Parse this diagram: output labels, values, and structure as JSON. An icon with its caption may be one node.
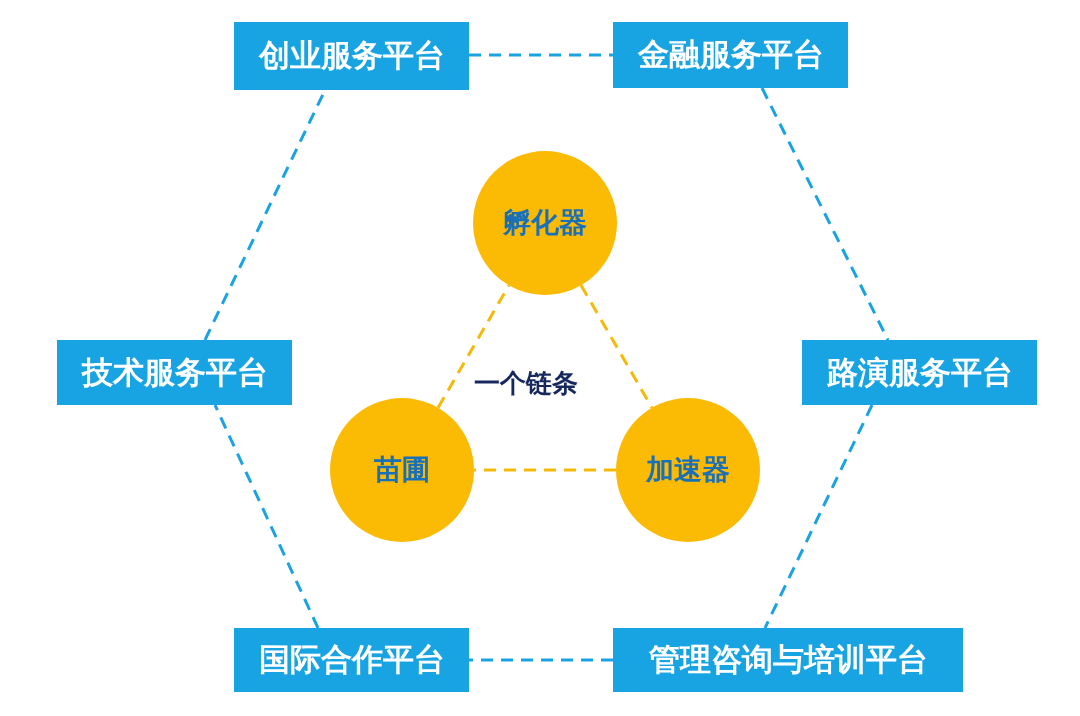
{
  "diagram": {
    "nodes": [
      {
        "text": [
          "创业服务平台"
        ]
      },
      {
        "text": [
          "金融服务平台"
        ]
      },
      {
        "text": [
          "技术服务平台"
        ]
      },
      {
        "text": [
          "路演服务平台"
        ]
      },
      {
        "text": [
          "国际合作平台"
        ]
      },
      {
        "text": [
          "管理咨询与培训平台"
        ]
      },
      {
        "text": [
          "孵化器"
        ]
      },
      {
        "text": [
          "苗圃"
        ]
      },
      {
        "text": [
          "加速器"
        ]
      }
    ],
    "edges": [
      {
        "from": 0,
        "to": 1,
        "arrow": "none",
        "style": "dashed"
      },
      {
        "from": 1,
        "to": 3,
        "arrow": "none",
        "style": "dashed"
      },
      {
        "from": 3,
        "to": 5,
        "arrow": "none",
        "style": "dashed"
      },
      {
        "from": 5,
        "to": 4,
        "arrow": "none",
        "style": "dashed"
      },
      {
        "from": 4,
        "to": 2,
        "arrow": "none",
        "style": "dashed"
      },
      {
        "from": 2,
        "to": 0,
        "arrow": "none",
        "style": "dashed"
      },
      {
        "from": 6,
        "to": 8,
        "arrow": "none",
        "style": "dashed",
        "color": "#f5b90a"
      },
      {
        "from": 8,
        "to": 7,
        "arrow": "none",
        "style": "dashed",
        "color": "#f5b90a"
      },
      {
        "from": 7,
        "to": 6,
        "arrow": "none",
        "style": "dashed",
        "color": "#f5b90a"
      }
    ],
    "labels": [
      "一个链条"
    ]
  }
}
